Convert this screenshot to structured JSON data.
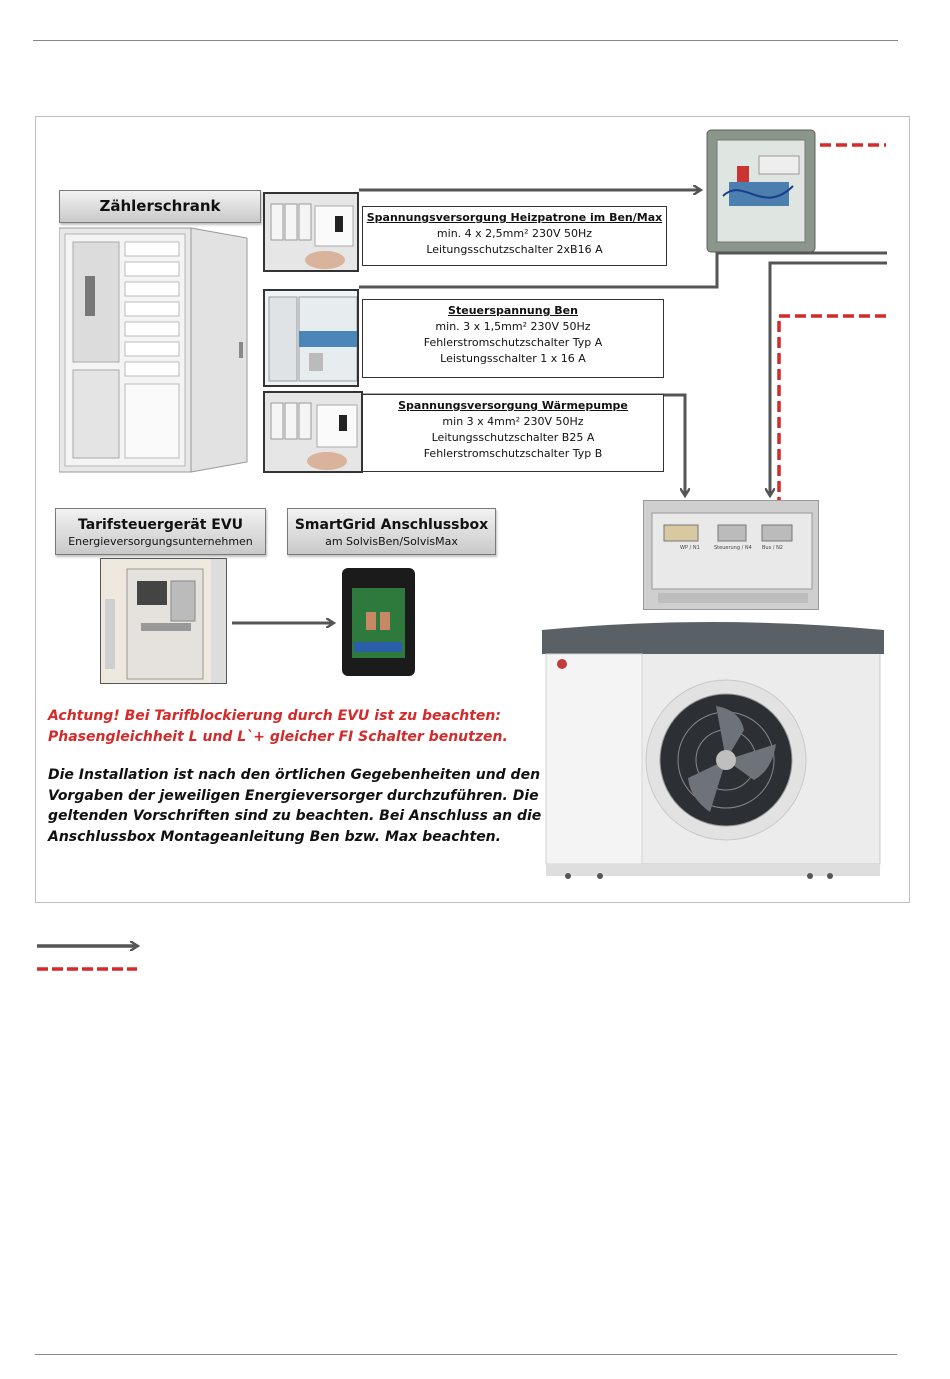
{
  "labels": {
    "zaehlerschrank": "Zählerschrank",
    "tarif_title": "Tarifsteuergerät EVU",
    "tarif_sub": "Energieversorgungsunternehmen",
    "smartgrid_title": "SmartGrid Anschlussbox",
    "smartgrid_sub": "am SolvisBen/SolvisMax"
  },
  "boxes": {
    "heizpatrone": {
      "title": "Spannungsversorgung Heizpatrone im Ben/Max",
      "line1": "min. 4 x 2,5mm² 230V 50Hz",
      "line2": "Leitungsschutzschalter 2xB16 A"
    },
    "steuerspannung": {
      "title": "Steuerspannung Ben",
      "line1": "min. 3 x 1,5mm² 230V 50Hz",
      "line2": "Fehlerstromschutzschalter Typ A",
      "line3": "Leistungsschalter  1 x 16 A"
    },
    "waermepumpe": {
      "title": "Spannungsversorgung Wärmepumpe",
      "line1": "min 3 x 4mm² 230V 50Hz",
      "line2": "Leitungsschutzschalter B25 A",
      "line3": "Fehlerstromschutzschalter Typ B"
    }
  },
  "warning": {
    "line1": "Achtung! Bei Tarifblockierung durch EVU ist zu beachten:",
    "line2": "Phasengleichheit L und L`+ gleicher FI Schalter benutzen."
  },
  "instructions": {
    "line1": "Die Installation ist nach den örtlichen Gegebenheiten und den",
    "line2": "Vorgaben der jeweiligen Energieversorger durchzuführen. Die",
    "line3": "geltenden Vorschriften sind zu beachten. Bei Anschluss an die",
    "line4": "Anschlussbox Montageanleitung Ben bzw. Max beachten."
  },
  "terminal_labels": [
    "WP / N1",
    "Steuerung / N4",
    "Bus / N2"
  ],
  "colors": {
    "arrow": "#555555",
    "dashed_red": "#d42a2a",
    "warning_text": "#d42a2a",
    "header_gradient_top": "#f2f2f2",
    "header_gradient_bottom": "#c9c9c9"
  },
  "legend_icons": [
    "solid-arrow-icon",
    "red-dashed-line-icon"
  ]
}
